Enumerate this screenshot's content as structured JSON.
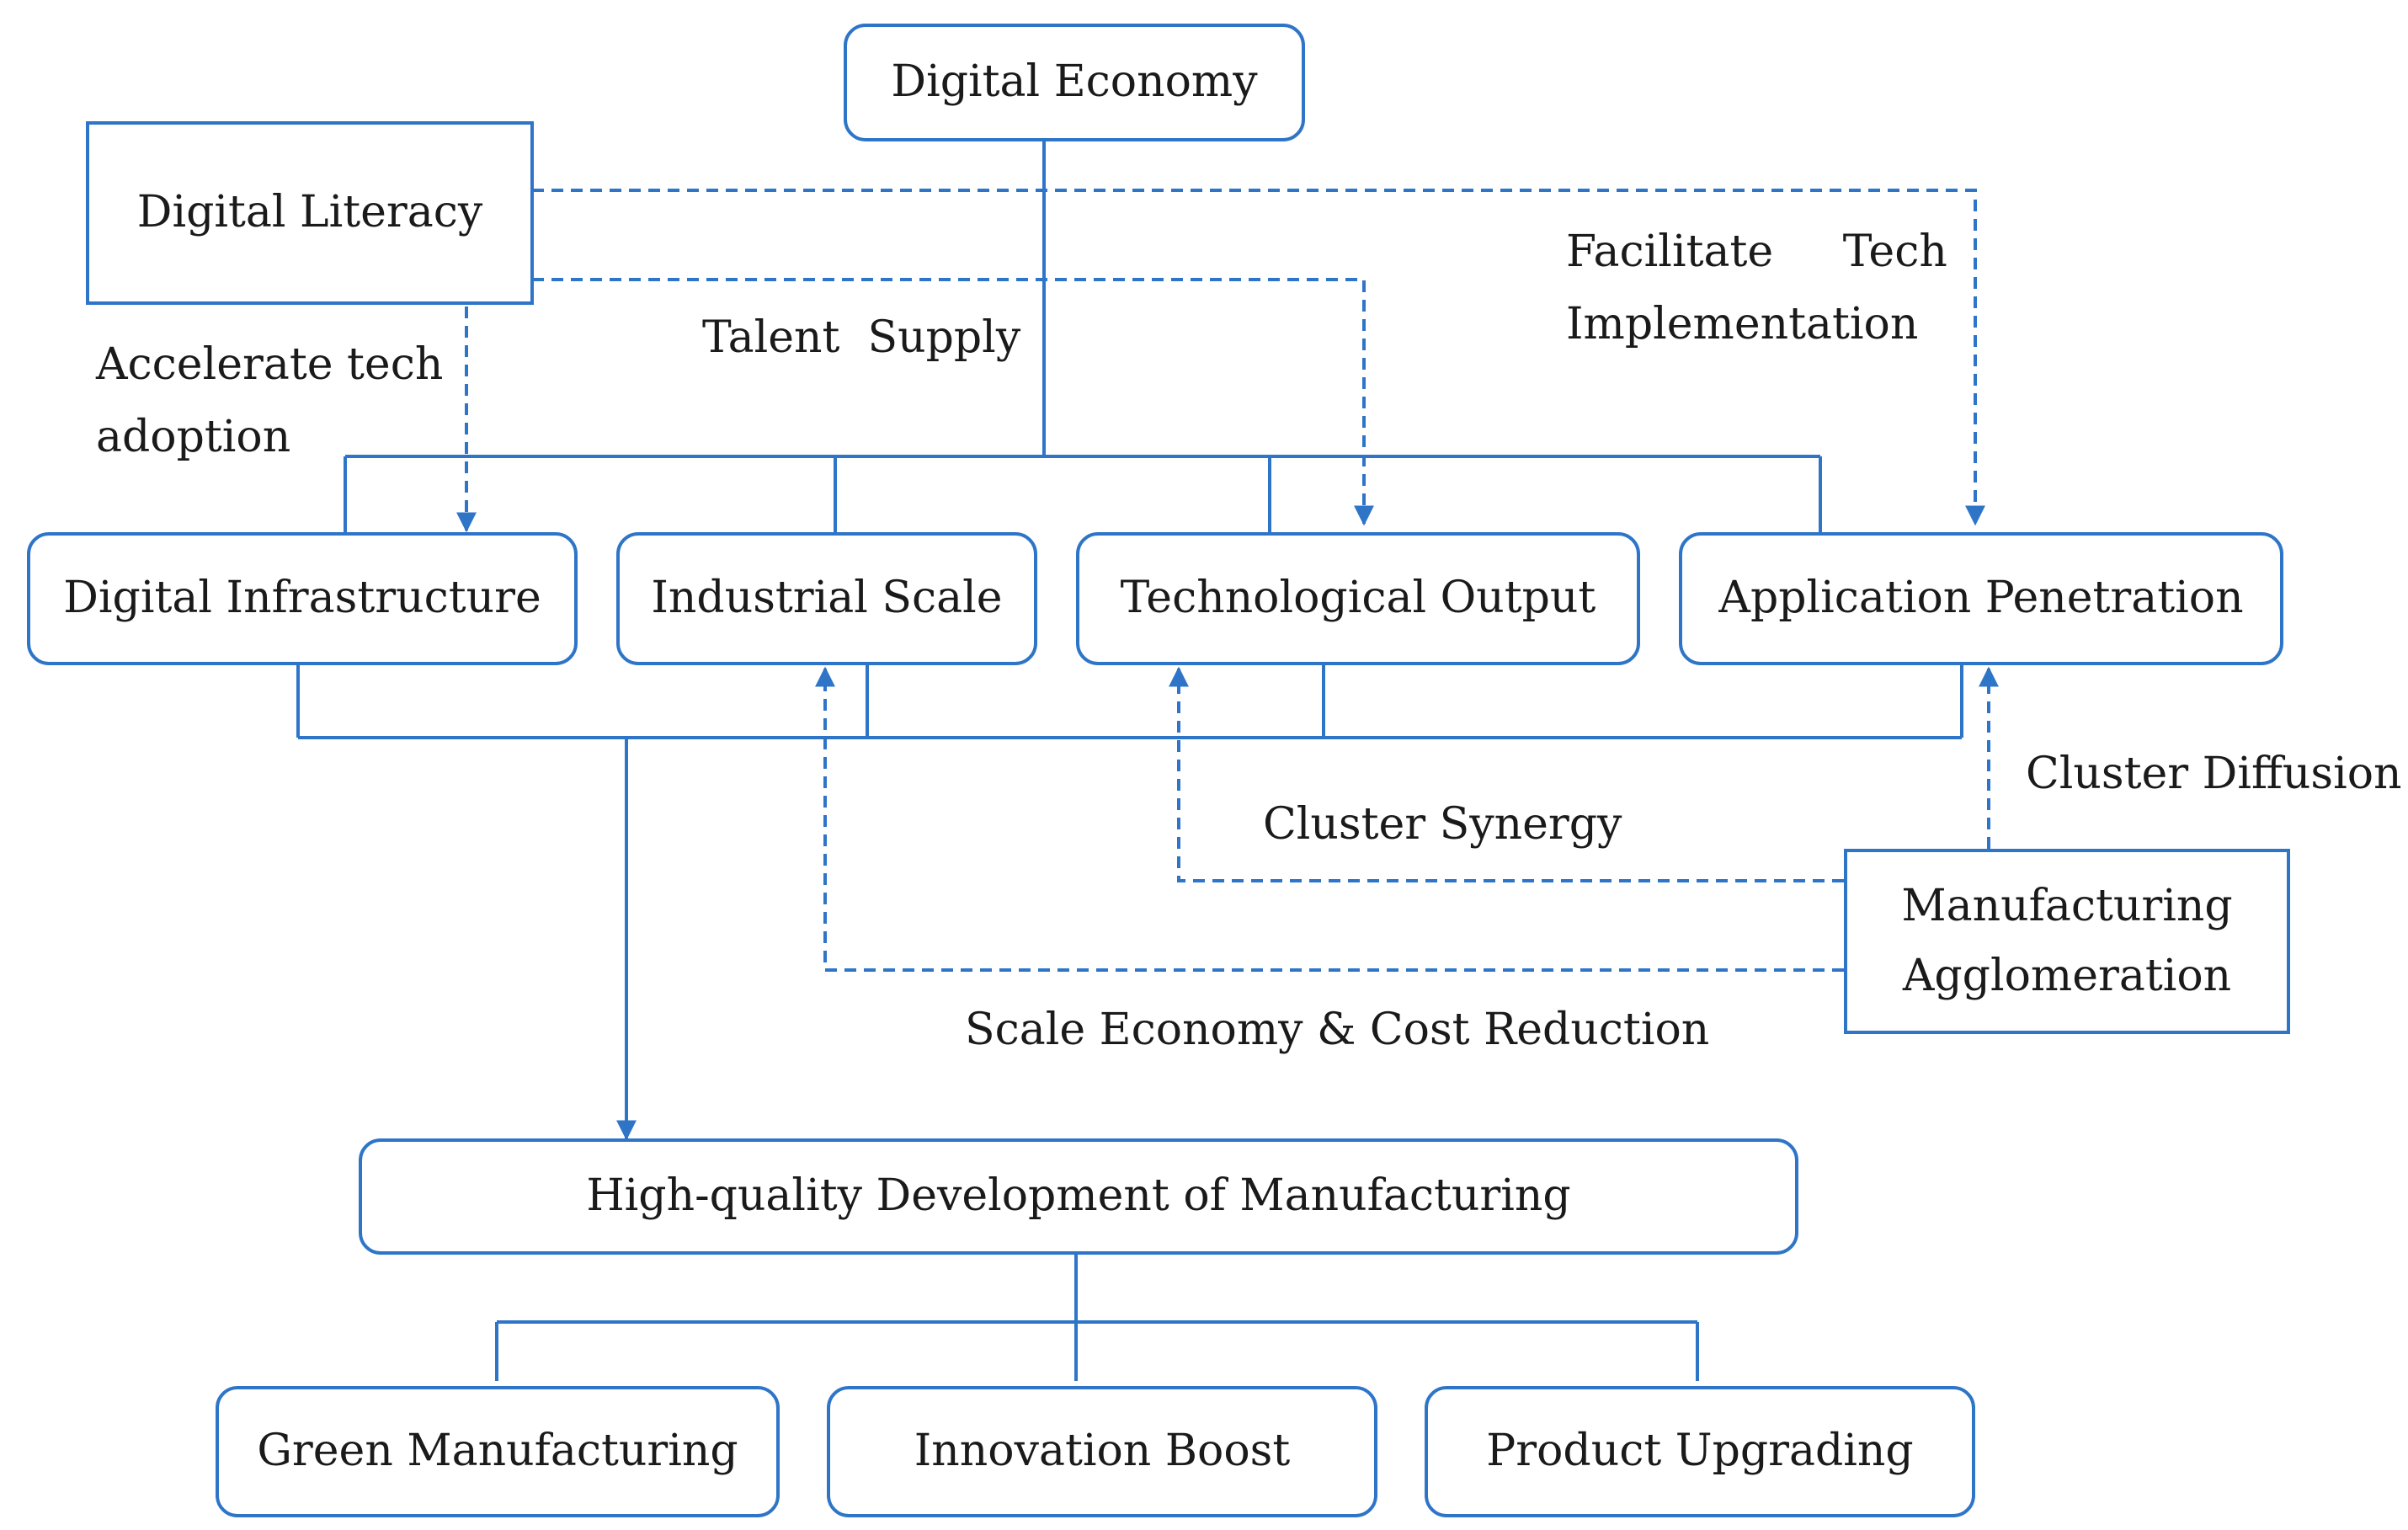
{
  "colors": {
    "line": "#2e75c8",
    "box_border": "#2e75c8",
    "text": "#1a1a1a"
  },
  "nodes": {
    "digital_economy": "Digital Economy",
    "digital_literacy": "Digital Literacy",
    "digital_infrastructure": "Digital Infrastructure",
    "industrial_scale": "Industrial Scale",
    "technological_output": "Technological Output",
    "application_penetration": "Application Penetration",
    "manufacturing_agglomeration": "Manufacturing Agglomeration",
    "high_quality_development": "High-quality Development of Manufacturing",
    "green_manufacturing": "Green Manufacturing",
    "innovation_boost": "Innovation Boost",
    "product_upgrading": "Product Upgrading"
  },
  "edge_labels": {
    "accelerate_line1": "Accelerate tech",
    "accelerate_line2": "adoption",
    "talent_supply": "Talent  Supply",
    "facilitate_line1": "Facilitate     Tech",
    "facilitate_line2": "Implementation",
    "cluster_diffusion": "Cluster Diffusion",
    "cluster_synergy": "Cluster Synergy",
    "scale_economy": "Scale Economy & Cost Reduction"
  }
}
